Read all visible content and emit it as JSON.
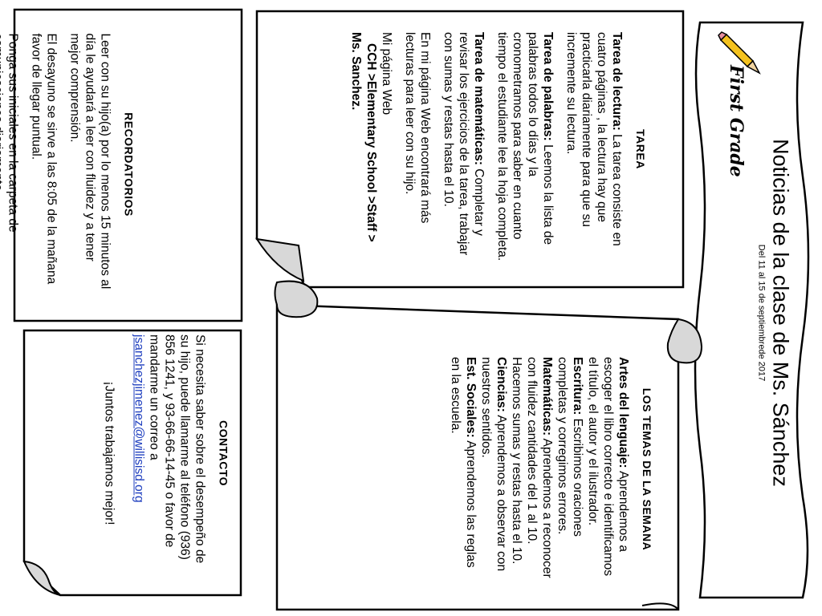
{
  "header": {
    "title": "Noticias de la clase de Ms. Sánchez",
    "subtitle": "Del 11 al 15 de septiembrede 2017",
    "logo_text": "First Grade",
    "logo_icon": "pencil-icon"
  },
  "tarea": {
    "title": "TAREA",
    "lectura_label": "Tarea de lectura:",
    "lectura_text": " La tarea consiste en cuatro páginas , la lectura hay que practicarla diariamente para que su incremente su lectura.",
    "palabras_label": "Tarea de palabras:",
    "palabras_text": " Leemos la lista de palabras todos lo días y la cronometramos para saber en cuanto tiempo el estudiante lee la hoja completa.",
    "matematicas_label": "Tarea de matemáticas:",
    "matematicas_text": " Completar y revisar los ejercicios de la tarea, trabajar con sumas y restas hasta el 10.",
    "web_text": "En mi página Web encontrará más lecturas para leer con su hijo.",
    "pagina_label": "Mi página Web",
    "path_line1": "CCH >Elementary School >Staff >",
    "path_line2": "Ms. Sanchez."
  },
  "recordatorios": {
    "title": "RECORDATORIOS",
    "items": [
      "Leer con su hijo(a) por lo menos 15 minutos al día le ayudará a leer con fluidez y a tener mejor comprensión.",
      "El desayuno se sirve a las 8:05 de la mañana favor de llegar puntual.",
      "Ponga sus iniciales en la carpeta de comunicaciones diariamente."
    ]
  },
  "temas": {
    "title": "LOS TEMAS DE LA SEMANA",
    "artes_label": "Artes del lenguaje:",
    "artes_text": " Aprendemos a escoger el libro correcto e identificamos el título, el autor y el ilustrador.",
    "escritura_label": "Escritura:",
    "escritura_text": " Escribimos oraciones completas y corregimos errores.",
    "matematicas_label": "Matemáticas:",
    "matematicas_text": " Aprendemos a reconocer con fluidez cantidades del 1 al 10. Hacemos sumas y restas hasta el 10.",
    "ciencias_label": "Ciencias:",
    "ciencias_text": " Aprendemos a observar con nuestros sentidos.",
    "sociales_label": "Est. Sociales:",
    "sociales_text": " Aprendemos las reglas en la escuela."
  },
  "contacto": {
    "title": "CONTACTO",
    "text": "Si necesita saber sobre el desempeño de su hijo, puede llamarme al teléfono (936) 856 1241, y 93-66-66-14-45 o favor de mandarme un correo a",
    "email": "jsanchezjimenez@willisisd.org",
    "closing": "¡Juntos trabajamos mejor!"
  }
}
